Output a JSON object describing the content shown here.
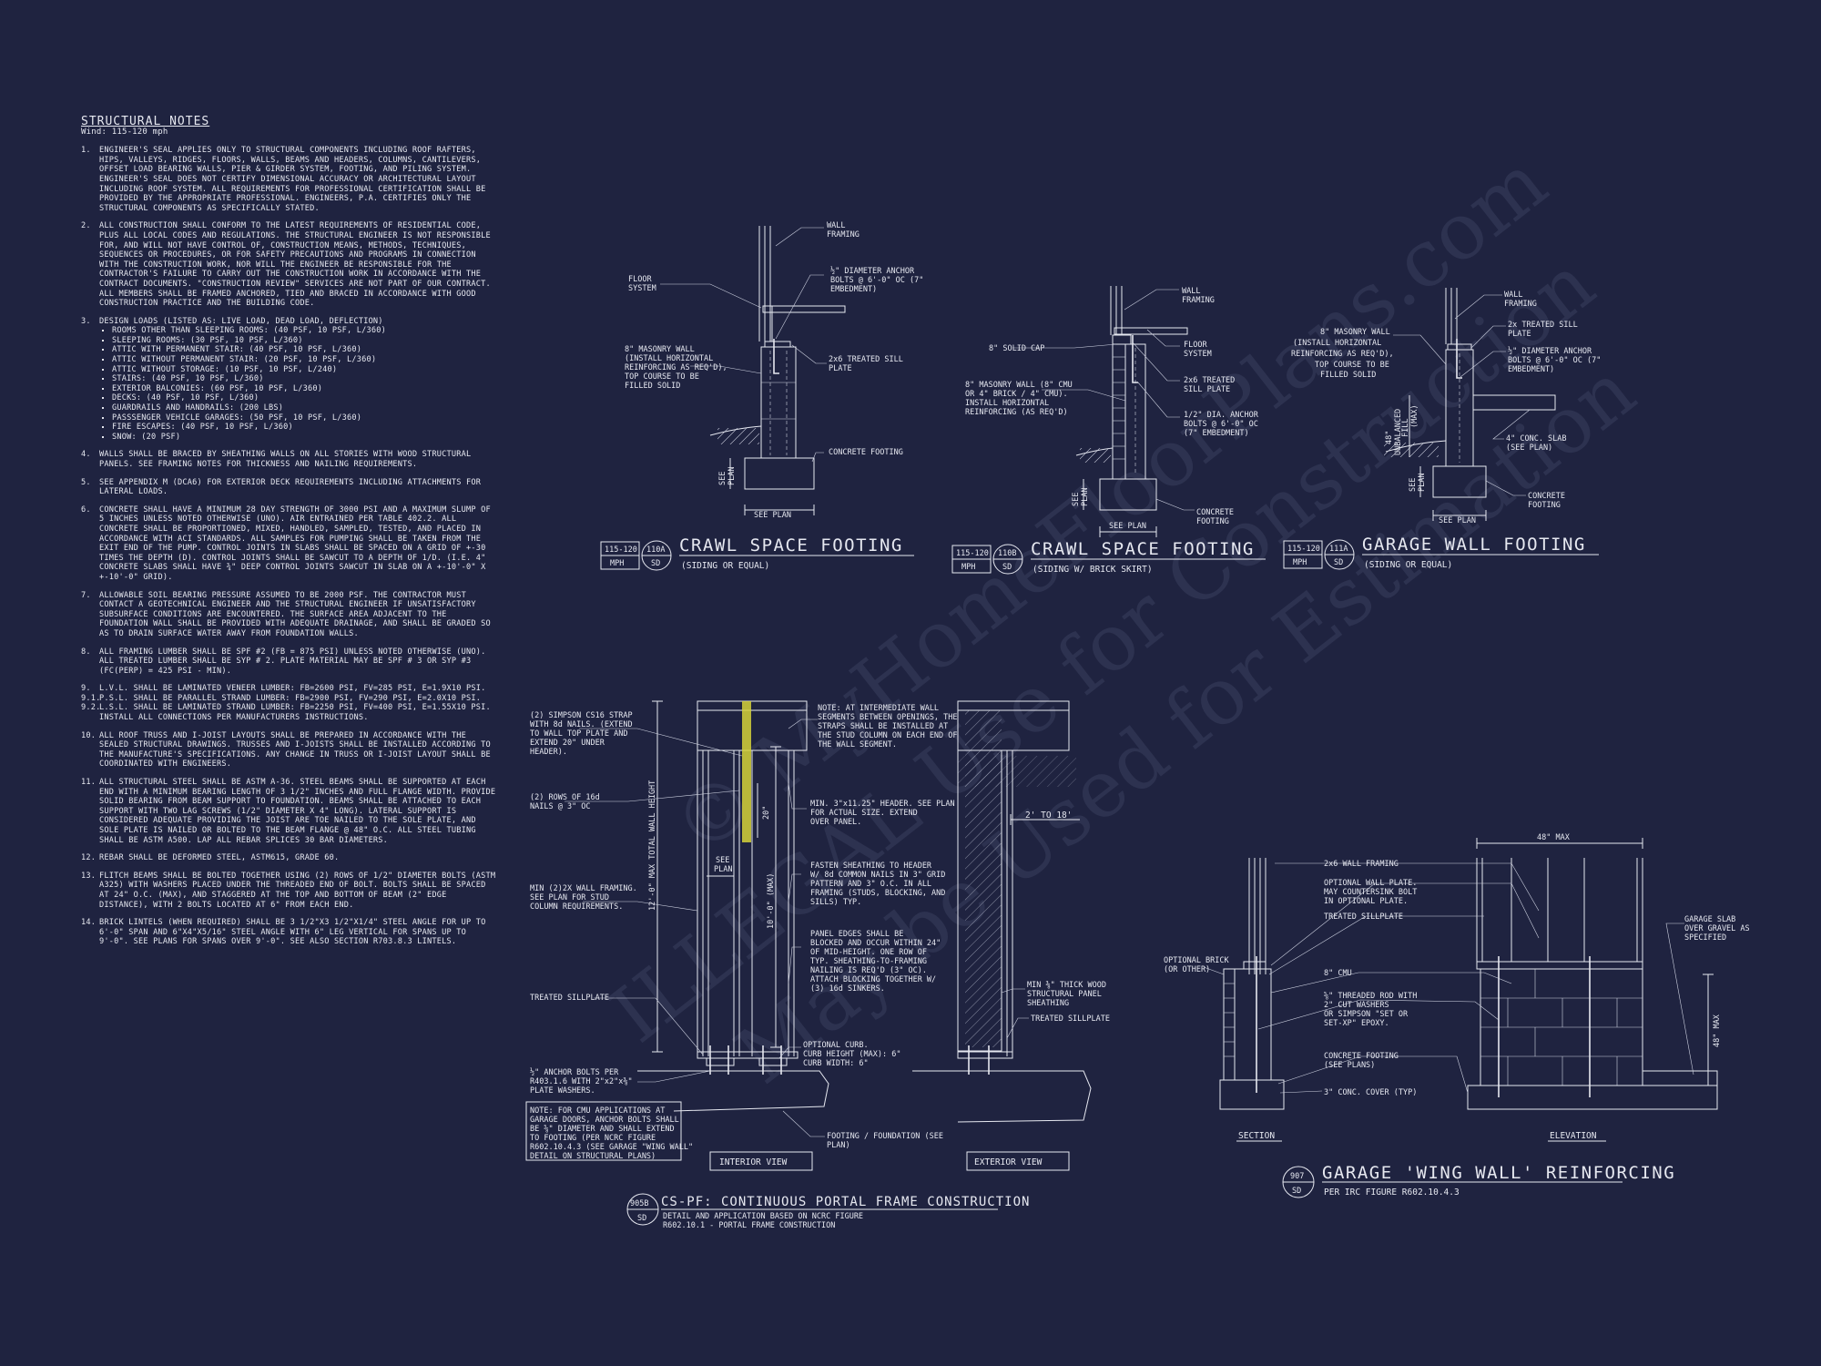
{
  "watermark": {
    "line1": "© MyHomeFloorPlans.com",
    "line2": "ILLEGAL Use for Construction",
    "line3": "May be Used for Estimation"
  },
  "notes": {
    "title": "STRUCTURAL NOTES",
    "subtitle": "Wind: 115-120 mph",
    "items": [
      {
        "num": "1.",
        "text": "ENGINEER'S SEAL APPLIES ONLY TO STRUCTURAL COMPONENTS INCLUDING ROOF RAFTERS, HIPS, VALLEYS, RIDGES, FLOORS, WALLS, BEAMS AND HEADERS, COLUMNS, CANTILEVERS, OFFSET LOAD BEARING WALLS, PIER & GIRDER SYSTEM, FOOTING, AND PILING SYSTEM. ENGINEER'S SEAL DOES NOT CERTIFY DIMENSIONAL ACCURACY OR ARCHITECTURAL LAYOUT INCLUDING ROOF SYSTEM. ALL REQUIREMENTS FOR PROFESSIONAL CERTIFICATION SHALL BE PROVIDED BY THE APPROPRIATE PROFESSIONAL. ENGINEERS, P.A. CERTIFIES ONLY THE STRUCTURAL COMPONENTS AS SPECIFICALLY STATED."
      },
      {
        "num": "2.",
        "text": "ALL CONSTRUCTION SHALL CONFORM TO THE LATEST REQUIREMENTS OF RESIDENTIAL CODE, PLUS ALL LOCAL CODES AND REGULATIONS. THE STRUCTURAL ENGINEER IS NOT RESPONSIBLE FOR, AND WILL NOT HAVE CONTROL OF, CONSTRUCTION MEANS, METHODS, TECHNIQUES, SEQUENCES OR PROCEDURES, OR FOR SAFETY PRECAUTIONS AND PROGRAMS IN CONNECTION WITH THE CONSTRUCTION WORK, NOR WILL THE ENGINEER BE RESPONSIBLE FOR THE CONTRACTOR'S FAILURE TO CARRY OUT THE CONSTRUCTION WORK IN ACCORDANCE WITH THE CONTRACT DOCUMENTS. \"CONSTRUCTION REVIEW\" SERVICES ARE NOT PART OF OUR CONTRACT. ALL MEMBERS SHALL BE FRAMED ANCHORED, TIED AND BRACED IN ACCORDANCE WITH GOOD CONSTRUCTION PRACTICE AND THE BUILDING CODE."
      },
      {
        "num": "3.",
        "text": "DESIGN LOADS (LISTED AS: LIVE LOAD, DEAD LOAD, DEFLECTION)",
        "bullets": [
          "ROOMS OTHER THAN SLEEPING ROOMS: (40 PSF, 10 PSF, L/360)",
          "SLEEPING ROOMS: (30 PSF, 10 PSF, L/360)",
          "ATTIC WITH PERMANENT STAIR: (40 PSF, 10 PSF, L/360)",
          "ATTIC WITHOUT PERMANENT STAIR: (20 PSF, 10 PSF, L/360)",
          "ATTIC WITHOUT STORAGE: (10 PSF, 10 PSF, L/240)",
          "STAIRS: (40 PSF, 10 PSF, L/360)",
          "EXTERIOR BALCONIES: (60 PSF, 10 PSF, L/360)",
          "DECKS: (40 PSF, 10 PSF, L/360)",
          "GUARDRAILS AND HANDRAILS: (200 LBS)",
          "PASSSENGER VEHICLE GARAGES: (50 PSF, 10 PSF, L/360)",
          "FIRE ESCAPES: (40 PSF, 10 PSF, L/360)",
          "SNOW: (20 PSF)"
        ]
      },
      {
        "num": "4.",
        "text": "WALLS SHALL BE BRACED BY SHEATHING WALLS ON ALL STORIES WITH WOOD STRUCTURAL PANELS. SEE FRAMING NOTES FOR THICKNESS AND NAILING REQUIREMENTS."
      },
      {
        "num": "5.",
        "text": "SEE APPENDIX M (DCA6) FOR EXTERIOR DECK REQUIREMENTS INCLUDING ATTACHMENTS FOR LATERAL LOADS."
      },
      {
        "num": "6.",
        "text": "CONCRETE SHALL HAVE A MINIMUM 28 DAY STRENGTH OF 3000 PSI AND A MAXIMUM SLUMP OF 5 INCHES UNLESS NOTED OTHERWISE (UNO). AIR ENTRAINED PER TABLE 402.2. ALL CONCRETE SHALL BE PROPORTIONED, MIXED, HANDLED, SAMPLED, TESTED, AND PLACED IN ACCORDANCE WITH ACI STANDARDS. ALL SAMPLES FOR PUMPING SHALL BE TAKEN FROM THE EXIT END OF THE PUMP. CONTROL JOINTS IN SLABS SHALL BE SPACED ON A GRID OF +-30 TIMES THE DEPTH (D). CONTROL JOINTS SHALL BE SAWCUT TO A DEPTH OF 1/D. (I.E. 4\" CONCRETE SLABS SHALL HAVE ¾\" DEEP CONTROL JOINTS SAWCUT IN SLAB ON A +-10'-0\" x +-10'-0\" GRID)."
      },
      {
        "num": "7.",
        "text": "ALLOWABLE SOIL BEARING PRESSURE ASSUMED TO BE 2000 PSF. THE CONTRACTOR MUST CONTACT A GEOTECHNICAL ENGINEER AND THE STRUCTURAL ENGINEER IF UNSATISFACTORY SUBSURFACE CONDITIONS ARE ENCOUNTERED. THE SURFACE AREA ADJACENT TO THE FOUNDATION WALL SHALL BE PROVIDED WITH ADEQUATE DRAINAGE, AND SHALL BE GRADED SO AS TO DRAIN SURFACE WATER AWAY FROM FOUNDATION WALLS."
      },
      {
        "num": "8.",
        "text": "ALL FRAMING LUMBER SHALL BE SPF #2 (Fb = 875 PSI) UNLESS NOTED OTHERWISE (UNO). ALL TREATED LUMBER SHALL BE SYP # 2. PLATE MATERIAL MAY BE SPF # 3 OR SYP #3 (Fc(perp) = 425 PSI - MIN)."
      },
      {
        "num": "9.",
        "text": "L.V.L. SHALL BE LAMINATED VENEER LUMBER: Fb=2600 PSI, Fv=285 PSI, E=1.9x10 PSI.",
        "subs": [
          {
            "num": "9.1.",
            "text": "P.S.L. SHALL BE PARALLEL STRAND LUMBER: Fb=2900 PSI, Fv=290 PSI, E=2.0x10 PSI."
          },
          {
            "num": "9.2.",
            "text": "L.S.L. SHALL BE LAMINATED STRAND LUMBER: Fb=2250 PSI, Fv=400 PSI, E=1.55x10 PSI. INSTALL ALL CONNECTIONS PER MANUFACTURERS INSTRUCTIONS."
          }
        ]
      },
      {
        "num": "10.",
        "text": "ALL ROOF TRUSS AND I-JOIST LAYOUTS SHALL BE PREPARED IN ACCORDANCE WITH THE SEALED STRUCTURAL DRAWINGS. TRUSSES AND I-JOISTS SHALL BE INSTALLED ACCORDING TO THE MANUFACTURE'S SPECIFICATIONS. ANY CHANGE IN TRUSS OR I-JOIST LAYOUT SHALL BE COORDINATED WITH ENGINEERS."
      },
      {
        "num": "11.",
        "text": "ALL STRUCTURAL STEEL SHALL BE ASTM A-36. STEEL BEAMS SHALL BE SUPPORTED AT EACH END WITH A MINIMUM BEARING LENGTH OF 3 1/2\" INCHES AND FULL FLANGE WIDTH. PROVIDE SOLID BEARING FROM BEAM SUPPORT TO FOUNDATION. BEAMS SHALL BE ATTACHED TO EACH SUPPORT WITH TWO LAG SCREWS (1/2\" DIAMETER x 4\" LONG). LATERAL SUPPORT IS CONSIDERED ADEQUATE PROVIDING THE JOIST ARE TOE NAILED TO THE SOLE PLATE, AND SOLE PLATE IS NAILED OR BOLTED TO THE BEAM FLANGE @ 48\" O.C. ALL STEEL TUBING SHALL BE ASTM A500. LAP ALL REBAR SPLICES 30 BAR DIAMETERS."
      },
      {
        "num": "12.",
        "text": "REBAR SHALL BE DEFORMED STEEL, ASTM615, GRADE 60."
      },
      {
        "num": "13.",
        "text": "FLITCH BEAMS SHALL BE BOLTED TOGETHER USING (2) ROWS OF 1/2\" DIAMETER BOLTS (ASTM A325) WITH WASHERS PLACED UNDER THE THREADED END OF BOLT. BOLTS SHALL BE SPACED AT 24\" O.C. (MAX), AND STAGGERED AT THE TOP AND BOTTOM OF BEAM (2\" EDGE DISTANCE), WITH 2 BOLTS LOCATED AT 6\" FROM EACH END."
      },
      {
        "num": "14.",
        "text": "BRICK LINTELS (WHEN REQUIRED) SHALL BE 3 1/2\"x3 1/2\"x1/4\" STEEL ANGLE FOR UP TO 6'-0\" SPAN AND 6\"x4\"x5/16\" STEEL ANGLE WITH 6\" LEG VERTICAL FOR SPANS UP TO 9'-0\". SEE PLANS FOR SPANS OVER 9'-0\". SEE ALSO SECTION R703.8.3 LINTELS."
      }
    ]
  },
  "details": {
    "d110a": {
      "wind_top": "115-120",
      "wind_bot": "MPH",
      "tag_top": "110A",
      "tag_bot": "SD",
      "title": "CRAWL SPACE FOOTING",
      "subtitle": "(SIDING OR EQUAL)",
      "labels": {
        "wall_framing_1": "WALL",
        "wall_framing_2": "FRAMING",
        "floor_1": "FLOOR",
        "floor_2": "SYSTEM",
        "anchor_1": "½\" DIAMETER ANCHOR",
        "anchor_2": "BOLTS @ 6'-0\" OC (7\"",
        "anchor_3": "EMBEDMENT)",
        "masonry_1": "8\" MASONRY WALL",
        "masonry_2": "(INSTALL HORIZONTAL",
        "masonry_3": "REINFORCING AS REQ'D),",
        "masonry_4": "TOP COURSE TO BE",
        "masonry_5": "FILLED SOLID",
        "sill_1": "2x6 TREATED SILL",
        "sill_2": "PLATE",
        "footing": "CONCRETE FOOTING",
        "see_plan_v1": "SEE",
        "see_plan_v2": "PLAN",
        "see_plan": "SEE PLAN"
      }
    },
    "d110b": {
      "wind_top": "115-120",
      "wind_bot": "MPH",
      "tag_top": "110B",
      "tag_bot": "SD",
      "title": "CRAWL SPACE FOOTING",
      "subtitle": "(SIDING W/ BRICK SKIRT)",
      "labels": {
        "wall_framing_1": "WALL",
        "wall_framing_2": "FRAMING",
        "solid_cap": "8\" SOLID CAP",
        "floor_1": "FLOOR",
        "floor_2": "SYSTEM",
        "masonry_1": "8\" MASONRY WALL (8\" CMU",
        "masonry_2": "OR 4\" BRICK / 4\" CMU).",
        "masonry_3": "INSTALL HORIZONTAL",
        "masonry_4": "REINFORCING (AS REQ'D)",
        "sill_1": "2x6 TREATED",
        "sill_2": "SILL PLATE",
        "anchor_1": "1/2\" DIA. ANCHOR",
        "anchor_2": "BOLTS @ 6'-0\" OC",
        "anchor_3": "(7\" EMBEDMENT)",
        "footing_1": "CONCRETE",
        "footing_2": "FOOTING",
        "see_plan_v1": "SEE",
        "see_plan_v2": "PLAN",
        "see_plan": "SEE PLAN"
      }
    },
    "d111a": {
      "wind_top": "115-120",
      "wind_bot": "MPH",
      "tag_top": "111A",
      "tag_bot": "SD",
      "title": "GARAGE WALL FOOTING",
      "subtitle": "(SIDING OR EQUAL)",
      "labels": {
        "wall_framing_1": "WALL",
        "wall_framing_2": "FRAMING",
        "sill_1": "2x TREATED SILL",
        "sill_2": "PLATE",
        "masonry_1": "8\" MASONRY WALL",
        "masonry_2": "(INSTALL HORIZONTAL",
        "masonry_3": "REINFORCING AS REQ'D),",
        "masonry_4": "TOP COURSE TO BE",
        "masonry_5": "FILLED SOLID",
        "anchor_1": "½\" DIAMETER ANCHOR",
        "anchor_2": "BOLTS @ 6'-0\" OC (7\"",
        "anchor_3": "EMBEDMENT)",
        "unbal_1": "48\"",
        "unbal_2": "UNBALANCED",
        "unbal_3": "FILL",
        "unbal_4": "(MAX)",
        "slab_1": "4\" CONC. SLAB",
        "slab_2": "(SEE PLAN)",
        "footing_1": "CONCRETE",
        "footing_2": "FOOTING",
        "see_plan_v1": "SEE",
        "see_plan_v2": "PLAN",
        "see_plan": "SEE PLAN"
      }
    },
    "d905b": {
      "tag_top": "905B",
      "tag_bot": "SD",
      "title": "CS-PF: CONTINUOUS PORTAL FRAME CONSTRUCTION",
      "sub1": "DETAIL AND APPLICATION BASED ON NCRC FIGURE",
      "sub2": "R602.10.1 - PORTAL FRAME CONSTRUCTION",
      "labels": {
        "strap_1": "(2) SIMPSON CS16 STRAP",
        "strap_2": "WITH 8d NAILS. (EXTEND",
        "strap_3": "TO WALL TOP PLATE AND",
        "strap_4": "EXTEND 20\" UNDER",
        "strap_5": "HEADER).",
        "rows_1": "(2) ROWS OF 16d",
        "rows_2": "NAILS @ 3\" OC",
        "minwall_1": "MIN (2)2X WALL FRAMING.",
        "minwall_2": "SEE PLAN FOR STUD",
        "minwall_3": "COLUMN REQUIREMENTS.",
        "sillplate": "TREATED SILLPLATE",
        "anchor_1": "½\" ANCHOR BOLTS PER",
        "anchor_2": "R403.1.6 WITH 2\"x2\"x⅜\"",
        "anchor_3": "PLATE WASHERS.",
        "cmu_1": "NOTE: FOR CMU APPLICATIONS AT",
        "cmu_2": "GARAGE DOORS, ANCHOR BOLTS SHALL",
        "cmu_3": "BE ⅝\" DIAMETER AND SHALL EXTEND",
        "cmu_4": "TO FOOTING (PER NCRC FIGURE",
        "cmu_5": "R602.10.4.3 (SEE GARAGE \"WING WALL\"",
        "cmu_6": "DETAIL ON STRUCTURAL PLANS)",
        "total_h": "12'-0\" MAX TOTAL WALL HEIGHT",
        "hdr_h": "10'-0\" (MAX)",
        "dim20": "20\"",
        "see_plan_v1": "SEE",
        "see_plan_v2": "PLAN",
        "note_1": "NOTE: AT INTERMEDIATE WALL",
        "note_2": "SEGMENTS BETWEEN OPENINGS, THE",
        "note_3": "STRAPS SHALL BE INSTALLED AT",
        "note_4": "THE STUD COLUMN ON EACH END OF",
        "note_5": "THE WALL SEGMENT.",
        "hdr_1": "MIN. 3\"x11.25\" HEADER. SEE PLAN",
        "hdr_2": "FOR ACTUAL SIZE. EXTEND",
        "hdr_3": "OVER PANEL.",
        "fasten_1": "FASTEN SHEATHING TO HEADER",
        "fasten_2": "W/ 8d COMMON NAILS IN 3\" GRID",
        "fasten_3": "PATTERN AND 3\" O.C. IN ALL",
        "fasten_4": "FRAMING (STUDS, BLOCKING, AND",
        "fasten_5": "SILLS) TYP.",
        "panel_1": "PANEL EDGES SHALL BE",
        "panel_2": "BLOCKED AND OCCUR WITHIN 24\"",
        "panel_3": "OF MID-HEIGHT. ONE ROW OF",
        "panel_4": "TYP. SHEATHING-TO-FRAMING",
        "panel_5": "NAILING IS REQ'D (3\" OC).",
        "panel_6": "ATTACH BLOCKING TOGETHER W/",
        "panel_7": "(3) 16d SINKERS.",
        "curb_1": "OPTIONAL CURB.",
        "curb_2": "CURB HEIGHT (MAX): 6\"",
        "curb_3": "CURB WIDTH: 6\"",
        "foot_1": "FOOTING / FOUNDATION (SEE",
        "foot_2": "PLAN)",
        "dim2to18": "2' TO 18'",
        "sheath_1": "MIN ⅜\" THICK WOOD",
        "sheath_2": "STRUCTURAL PANEL",
        "sheath_3": "SHEATHING",
        "treated": "TREATED SILLPLATE",
        "interior": "INTERIOR VIEW",
        "exterior": "EXTERIOR VIEW"
      }
    },
    "d907": {
      "tag_top": "907",
      "tag_bot": "SD",
      "title": "GARAGE 'WING WALL' REINFORCING",
      "subtitle": "PER IRC FIGURE R602.10.4.3",
      "labels": {
        "max48": "48\" MAX",
        "wall_framing": "2x6 WALL FRAMING",
        "opt_1": "OPTIONAL WALL PLATE.",
        "opt_2": "MAY COUNTERSINK BOLT",
        "opt_3": "IN OPTIONAL PLATE.",
        "treated": "TREATED SILLPLATE",
        "brick_1": "OPTIONAL BRICK",
        "brick_2": "(OR OTHER)",
        "cmu": "8\" CMU",
        "rod_1": "⅝\" THREADED ROD WITH",
        "rod_2": "2\" CUT WASHERS",
        "rod_3": "OR SIMPSON \"SET OR",
        "rod_4": "SET-XP\" EPOXY.",
        "footing_1": "CONCRETE FOOTING",
        "footing_2": "(SEE PLANS)",
        "cover": "3\" CONC. COVER (TYP)",
        "slab_1": "GARAGE SLAB",
        "slab_2": "OVER GRAVEL AS",
        "slab_3": "SPECIFIED",
        "max48v": "48\" MAX",
        "section": "SECTION",
        "elevation": "ELEVATION"
      }
    }
  }
}
